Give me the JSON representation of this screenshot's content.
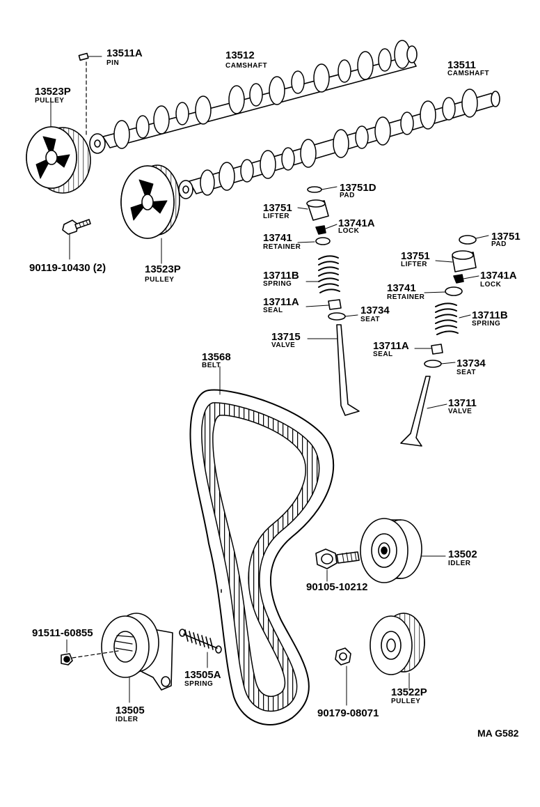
{
  "diagram_ref": "MA G582",
  "parts": {
    "pin": {
      "number": "13511A",
      "name": "PIN"
    },
    "camshaft_1": {
      "number": "13512",
      "name": "CAMSHAFT"
    },
    "camshaft_2": {
      "number": "13511",
      "name": "CAMSHAFT"
    },
    "pulley_1": {
      "number": "13523P",
      "name": "PULLEY"
    },
    "pulley_2": {
      "number": "13523P",
      "name": "PULLEY"
    },
    "bolt_1": {
      "number": "90119-10430 (2)"
    },
    "pad_1": {
      "number": "13751D",
      "name": "PAD"
    },
    "lifter_1": {
      "number": "13751",
      "name": "LIFTER"
    },
    "lock_1": {
      "number": "13741A",
      "name": "LOCK"
    },
    "retainer_1": {
      "number": "13741",
      "name": "RETAINER"
    },
    "spring_1": {
      "number": "13711B",
      "name": "SPRING"
    },
    "seal_1": {
      "number": "13711A",
      "name": "SEAL"
    },
    "seat_1": {
      "number": "13734",
      "name": "SEAT"
    },
    "valve_1": {
      "number": "13715",
      "name": "VALVE"
    },
    "pad_2": {
      "number": "13751",
      "name": "PAD"
    },
    "lifter_2": {
      "number": "13751",
      "name": "LIFTER"
    },
    "lock_2": {
      "number": "13741A",
      "name": "LOCK"
    },
    "retainer_2": {
      "number": "13741",
      "name": "RETAINER"
    },
    "spring_2": {
      "number": "13711B",
      "name": "SPRING"
    },
    "seal_2": {
      "number": "13711A",
      "name": "SEAL"
    },
    "seat_2": {
      "number": "13734",
      "name": "SEAT"
    },
    "valve_2": {
      "number": "13711",
      "name": "VALVE"
    },
    "belt": {
      "number": "13568",
      "name": "BELT"
    },
    "idler_1": {
      "number": "13502",
      "name": "IDLER"
    },
    "bolt_2": {
      "number": "90105-10212"
    },
    "bolt_3": {
      "number": "91511-60855"
    },
    "idler_2": {
      "number": "13505",
      "name": "IDLER"
    },
    "spring_3": {
      "number": "13505A",
      "name": "SPRING"
    },
    "nut": {
      "number": "90179-08071"
    },
    "pulley_3": {
      "number": "13522P",
      "name": "PULLEY"
    }
  }
}
